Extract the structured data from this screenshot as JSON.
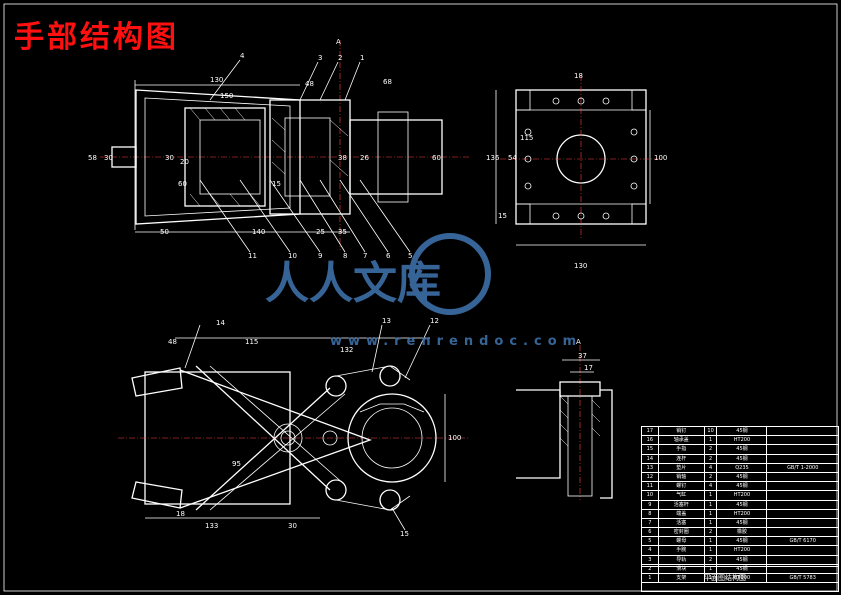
{
  "title": "手部结构图",
  "watermark": {
    "cn": "人人文库",
    "url": "www.renrendoc.com",
    "color": "#3d6fa8"
  },
  "colors": {
    "background": "#000000",
    "title": "#ff1010",
    "lines": "#ffffff",
    "centerline": "#ff4040"
  },
  "top_view": {
    "dims": [
      "130",
      "150",
      "68",
      "48",
      "60",
      "30",
      "20",
      "26",
      "38",
      "58",
      "30",
      "60",
      "15",
      "50",
      "140",
      "25",
      "35"
    ],
    "callouts": [
      "4",
      "3",
      "2",
      "1",
      "11",
      "10",
      "9",
      "8",
      "7",
      "6",
      "5",
      "A"
    ]
  },
  "side_view": {
    "dims": [
      "18",
      "54",
      "136",
      "115",
      "15",
      "100",
      "130"
    ]
  },
  "bottom_view": {
    "dims": [
      "48",
      "115",
      "133",
      "30",
      "18",
      "100",
      "95",
      "132"
    ],
    "callouts": [
      "14",
      "13",
      "12",
      "15"
    ]
  },
  "detail_view": {
    "label": "A",
    "dims": [
      "37",
      "17"
    ]
  },
  "bom": {
    "rows": [
      [
        "17",
        "销钉",
        "10",
        "45钢",
        ""
      ],
      [
        "16",
        "轴承盖",
        "1",
        "HT200",
        ""
      ],
      [
        "15",
        "手指",
        "2",
        "45钢",
        ""
      ],
      [
        "14",
        "连杆",
        "2",
        "45钢",
        ""
      ],
      [
        "13",
        "垫片",
        "4",
        "Q235",
        "GB/T 1-2000"
      ],
      [
        "12",
        "销轴",
        "2",
        "45钢",
        ""
      ],
      [
        "11",
        "螺钉",
        "4",
        "45钢",
        ""
      ],
      [
        "10",
        "气缸",
        "1",
        "HT200",
        ""
      ],
      [
        "9",
        "活塞杆",
        "1",
        "45钢",
        ""
      ],
      [
        "8",
        "端盖",
        "1",
        "HT200",
        ""
      ],
      [
        "7",
        "活塞",
        "1",
        "45钢",
        ""
      ],
      [
        "6",
        "密封圈",
        "2",
        "橡胶",
        ""
      ],
      [
        "5",
        "螺母",
        "1",
        "45钢",
        "GB/T 6170"
      ],
      [
        "4",
        "手腕",
        "1",
        "HT200",
        ""
      ],
      [
        "3",
        "导轨",
        "2",
        "45钢",
        ""
      ],
      [
        "2",
        "滑块",
        "1",
        "45钢",
        ""
      ],
      [
        "1",
        "支架",
        "1",
        "HT200",
        "GB/T 5783"
      ]
    ],
    "drawing_title": "平面图结构图"
  }
}
